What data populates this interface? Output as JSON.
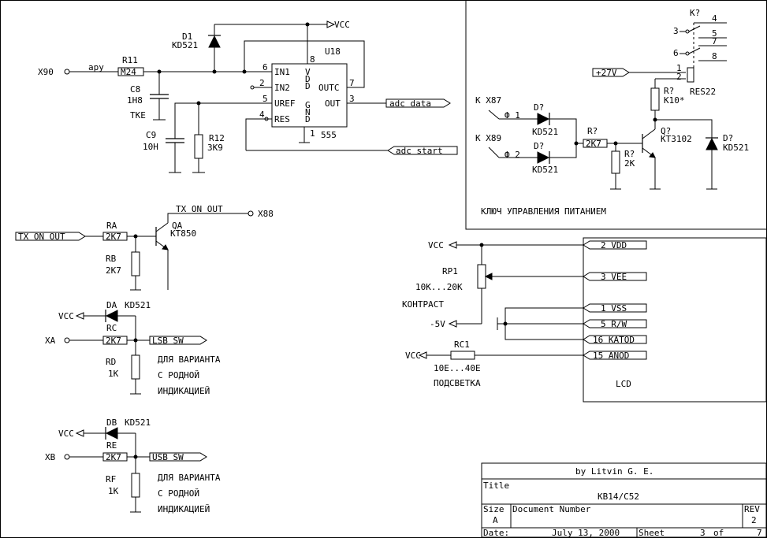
{
  "adc": {
    "x90": "X90",
    "apu": "apy",
    "r11": "R11",
    "r11_val": "M24",
    "c8": "C8",
    "c8_val": "1H8",
    "tke": "TKE",
    "c9": "C9",
    "c9_val": "10H",
    "r12": "R12",
    "r12_val": "3K9",
    "d1": "D1",
    "d1_val": "KD521",
    "vcc": "VCC",
    "u18": "U18",
    "chip": "555",
    "pin_in1": "IN1",
    "pin_in2": "IN2",
    "pin_uref": "UREF",
    "pin_res": "RES",
    "pin_outc": "OUTC",
    "pin_out": "OUT",
    "pin_v": "V",
    "pin_d1": "D",
    "pin_d2": "D",
    "pin_g": "G",
    "pin_n": "N",
    "pin_d3": "D",
    "p6": "6",
    "p2": "2",
    "p5": "5",
    "p4": "4",
    "p8": "8",
    "p7": "7",
    "p3": "3",
    "p1": "1",
    "adc_data": "adc data",
    "adc_start": "adc start"
  },
  "power": {
    "k_relay": "K?",
    "p4": "4",
    "p3": "3",
    "p5": "5",
    "p7": "7",
    "p6": "6",
    "p8": "8",
    "v27": "+27V",
    "p1": "1",
    "p2": "2",
    "res22": "RES22",
    "r_coil": "R?",
    "r_coil_val": "K10*",
    "k_x87": "K X87",
    "phi1": "Ф 1",
    "k_x89": "K X89",
    "phi2": "Ф 2",
    "d_a": "D?",
    "d_a_val": "KD521",
    "d_b": "D?",
    "d_b_val": "KD521",
    "r_base": "R?",
    "r_base_val": "2K7",
    "r_pd": "R?",
    "r_pd_val": "2K",
    "q": "Q?",
    "q_val": "KT3102",
    "d_c": "D?",
    "d_c_val": "KD521",
    "caption": "КЛЮЧ УПРАВЛЕНИЯ ПИТАНИЕМ"
  },
  "tx": {
    "net_out": "TX ON OUT",
    "x88": "X88",
    "port_in": "TX ON OUT",
    "ra": "RA",
    "ra_val": "2K7",
    "rb": "RB",
    "rb_val": "2K7",
    "qa": "QA",
    "qa_val": "KT850"
  },
  "lsb": {
    "vcc": "VCC",
    "da": "DA",
    "da_val": "KD521",
    "rc": "RC",
    "xa": "XA",
    "rc_val": "2K7",
    "port": "LSB SW",
    "rd": "RD",
    "rd_val": "1K",
    "note1": "ДЛЯ ВАРИАНТА",
    "note2": "С РОДНОЙ",
    "note3": "ИНДИКАЦИЕЙ"
  },
  "usb": {
    "vcc": "VCC",
    "db": "DB",
    "db_val": "KD521",
    "re": "RE",
    "xb": "XB",
    "re_val": "2K7",
    "port": "USB SW",
    "rf": "RF",
    "rf_val": "1K",
    "note1": "ДЛЯ ВАРИАНТА",
    "note2": "С РОДНОЙ",
    "note3": "ИНДИКАЦИЕЙ"
  },
  "lcd": {
    "vcc": "VCC",
    "rp1": "RP1",
    "rp1_val": "10K...20K",
    "kontrast": "КОНТРАСТ",
    "m5v": "-5V",
    "vcc2": "VCC",
    "rc1": "RC1",
    "rc1_val": "10E...40E",
    "podsvetka": "ПОДСВЕТКА",
    "pin_vdd": "2 VDD",
    "pin_vee": "3 VEE",
    "pin_vss": "1 VSS",
    "pin_rw": "5 R/W",
    "pin_katod": "16 KATOD",
    "pin_anod": "15 ANOD",
    "name": "LCD"
  },
  "title_block": {
    "author": "by Litvin G. E.",
    "title_label": "Title",
    "title": "KB14/C52",
    "size_label": "Size",
    "size": "A",
    "docnum_label": "Document Number",
    "rev_label": "REV",
    "rev": "2",
    "date_label": "Date:",
    "date": "July 13, 2000",
    "sheet_label": "Sheet",
    "sheet": "3",
    "of_label": "of",
    "of": "7"
  }
}
